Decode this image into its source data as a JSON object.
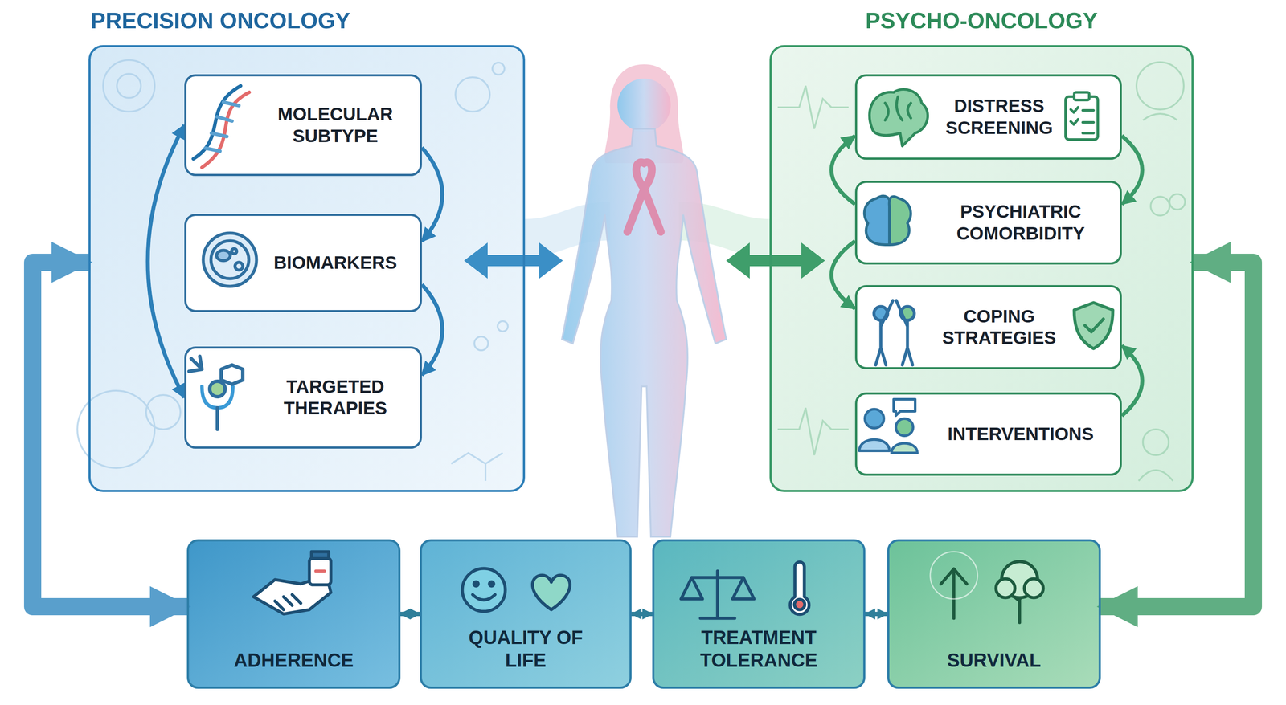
{
  "diagram": {
    "nodes": [
      {
        "text": [
          "PRECISION ONCOLOGY"
        ]
      },
      {
        "text": [
          "MOLECULAR SUBTYPE"
        ],
        "in": 0
      },
      {
        "text": [
          "BIOMARKERS"
        ],
        "in": 0
      },
      {
        "text": [
          "TARGETED THERAPIES"
        ],
        "in": 0
      },
      {
        "text": [
          "PSYCHO-ONCOLOGY"
        ]
      },
      {
        "text": [
          "DISTRESS SCREENING"
        ],
        "in": 4
      },
      {
        "text": [
          "PSYCHIATRIC COMORBIDITY"
        ],
        "in": 4
      },
      {
        "text": [
          "COPING STRATEGIES"
        ],
        "in": 4
      },
      {
        "text": [
          "INTERVENTIONS"
        ],
        "in": 4
      },
      {
        "text": [
          "ADHERENCE"
        ]
      },
      {
        "text": [
          "QUALITY OF LIFE"
        ]
      },
      {
        "text": [
          "TREATMENT TOLERANCE"
        ]
      },
      {
        "text": [
          "SURVIVAL"
        ]
      }
    ],
    "edges": [
      {
        "from": 1,
        "to": 2,
        "arrow": "to"
      },
      {
        "from": 2,
        "to": 3,
        "arrow": "to"
      },
      {
        "from": 3,
        "to": 1,
        "arrow": "both"
      },
      {
        "from": 5,
        "to": 6,
        "arrow": "to"
      },
      {
        "from": 6,
        "to": 5,
        "arrow": "to"
      },
      {
        "from": 6,
        "to": 7,
        "arrow": "to"
      },
      {
        "from": 8,
        "to": 7,
        "arrow": "to"
      },
      {
        "from": 9,
        "to": 10,
        "arrow": "both"
      },
      {
        "from": 10,
        "to": 11,
        "arrow": "both"
      },
      {
        "from": 11,
        "to": 12,
        "arrow": "both"
      },
      {
        "from": 9,
        "to": 0,
        "arrow": "both"
      },
      {
        "from": 12,
        "to": 4,
        "arrow": "both"
      }
    ]
  }
}
